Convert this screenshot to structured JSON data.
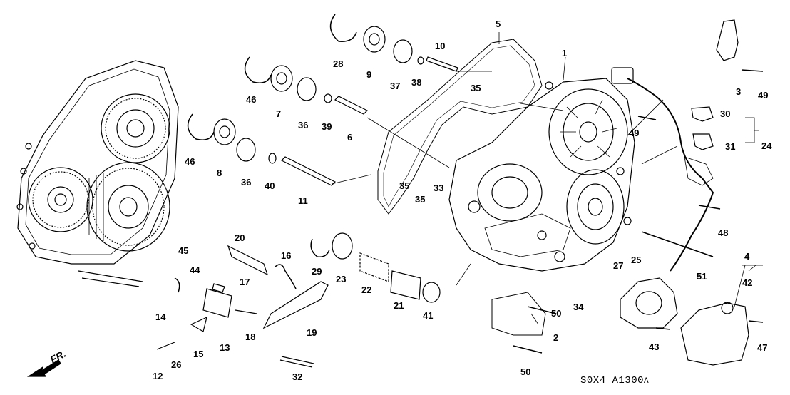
{
  "diagram": {
    "diagram_code": "S0X4 A1300",
    "diagram_code_suffix": "A",
    "direction_label": "FR.",
    "icons": [
      "front-direction-arrow-icon"
    ],
    "part_labels": {
      "p1": "1",
      "p2": "2",
      "p3": "3",
      "p4": "4",
      "p5": "5",
      "p6": "6",
      "p7": "7",
      "p8": "8",
      "p9": "9",
      "p10": "10",
      "p11": "11",
      "p12": "12",
      "p13": "13",
      "p14": "14",
      "p15": "15",
      "p16": "16",
      "p17": "17",
      "p18": "18",
      "p19": "19",
      "p20": "20",
      "p21": "21",
      "p22": "22",
      "p23": "23",
      "p24": "24",
      "p25": "25",
      "p26": "26",
      "p27": "27",
      "p28": "28",
      "p29": "29",
      "p30": "30",
      "p31": "31",
      "p32": "32",
      "p33": "33",
      "p34": "34",
      "p35a": "35",
      "p35b": "35",
      "p35c": "35",
      "p36a": "36",
      "p36b": "36",
      "p37": "37",
      "p38": "38",
      "p39": "39",
      "p40": "40",
      "p41": "41",
      "p42": "42",
      "p43": "43",
      "p44": "44",
      "p45": "45",
      "p46a": "46",
      "p46b": "46",
      "p47": "47",
      "p48": "48",
      "p49a": "49",
      "p49b": "49",
      "p50a": "50",
      "p50b": "50",
      "p51": "51"
    }
  }
}
